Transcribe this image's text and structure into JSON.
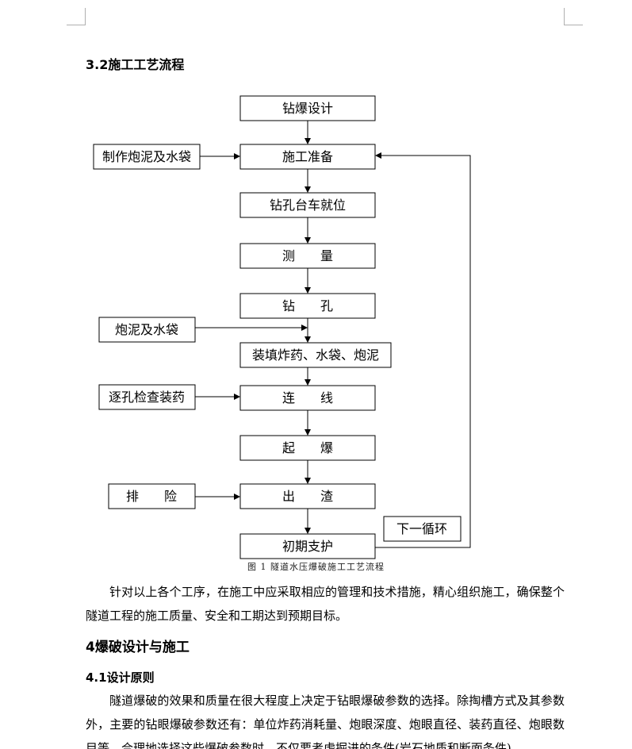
{
  "section_32": {
    "heading": "3.2施工工艺流程"
  },
  "flowchart": {
    "main_steps": [
      "钻爆设计",
      "施工准备",
      "钻孔台车就位",
      "测　　量",
      "钻　　孔",
      "装填炸药、水袋、炮泥",
      "连　　线",
      "起　　爆",
      "出　　渣",
      "初期支护"
    ],
    "side_inputs": [
      "制作炮泥及水袋",
      "炮泥及水袋",
      "逐孔检查装药",
      "排　　险"
    ],
    "loop_label": "下一循环",
    "caption": "图 1  隧道水压爆破施工工艺流程"
  },
  "body": {
    "para1": "针对以上各个工序，在施工中应采取相应的管理和技术措施，精心组织施工，确保整个隧道工程的施工质量、安全和工期达到预期目标。",
    "heading4": "4爆破设计与施工",
    "heading41": "4.1设计原则",
    "para2": "隧道爆破的效果和质量在很大程度上决定于钻眼爆破参数的选择。除掏槽方式及其参数外，主要的钻眼爆破参数还有：单位炸药消耗量、炮眼深度、炮眼直径、装药直径、炮眼数目等。合理地选择这些爆破参数时，不仅要考虑掘进的条件(岩石地质和断面条件)"
  }
}
